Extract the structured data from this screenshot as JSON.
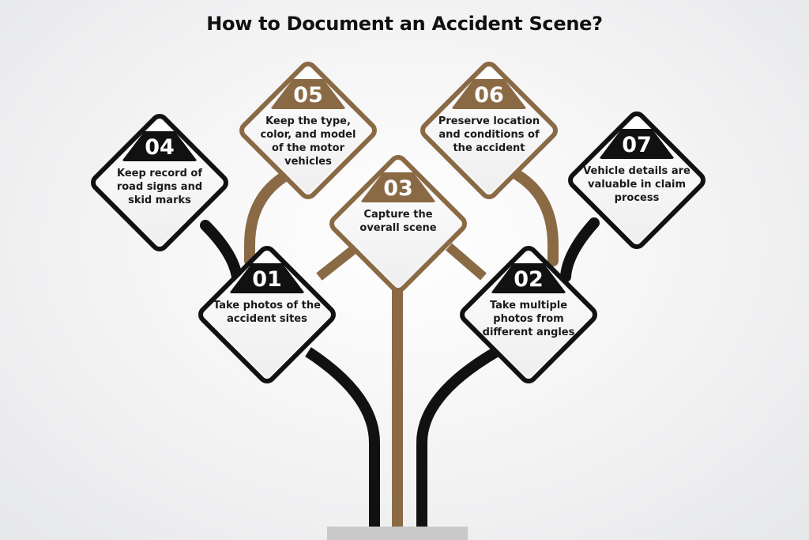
{
  "title": "How to Document an Accident Scene?",
  "colors": {
    "dark": "#111111",
    "brown": "#8a6a45",
    "base": "#c9c9ca"
  },
  "steps": [
    {
      "number": "01",
      "text": "Take photos of the accident sites",
      "color": "dark"
    },
    {
      "number": "02",
      "text": "Take multiple photos from different angles",
      "color": "dark"
    },
    {
      "number": "03",
      "text": "Capture the overall scene",
      "color": "brown"
    },
    {
      "number": "04",
      "text": "Keep record of road signs and skid marks",
      "color": "dark"
    },
    {
      "number": "05",
      "text": "Keep the type, color, and model of the motor vehicles",
      "color": "brown"
    },
    {
      "number": "06",
      "text": "Preserve location and conditions of the accident",
      "color": "brown"
    },
    {
      "number": "07",
      "text": "Vehicle details are valuable in claim process",
      "color": "dark"
    }
  ]
}
